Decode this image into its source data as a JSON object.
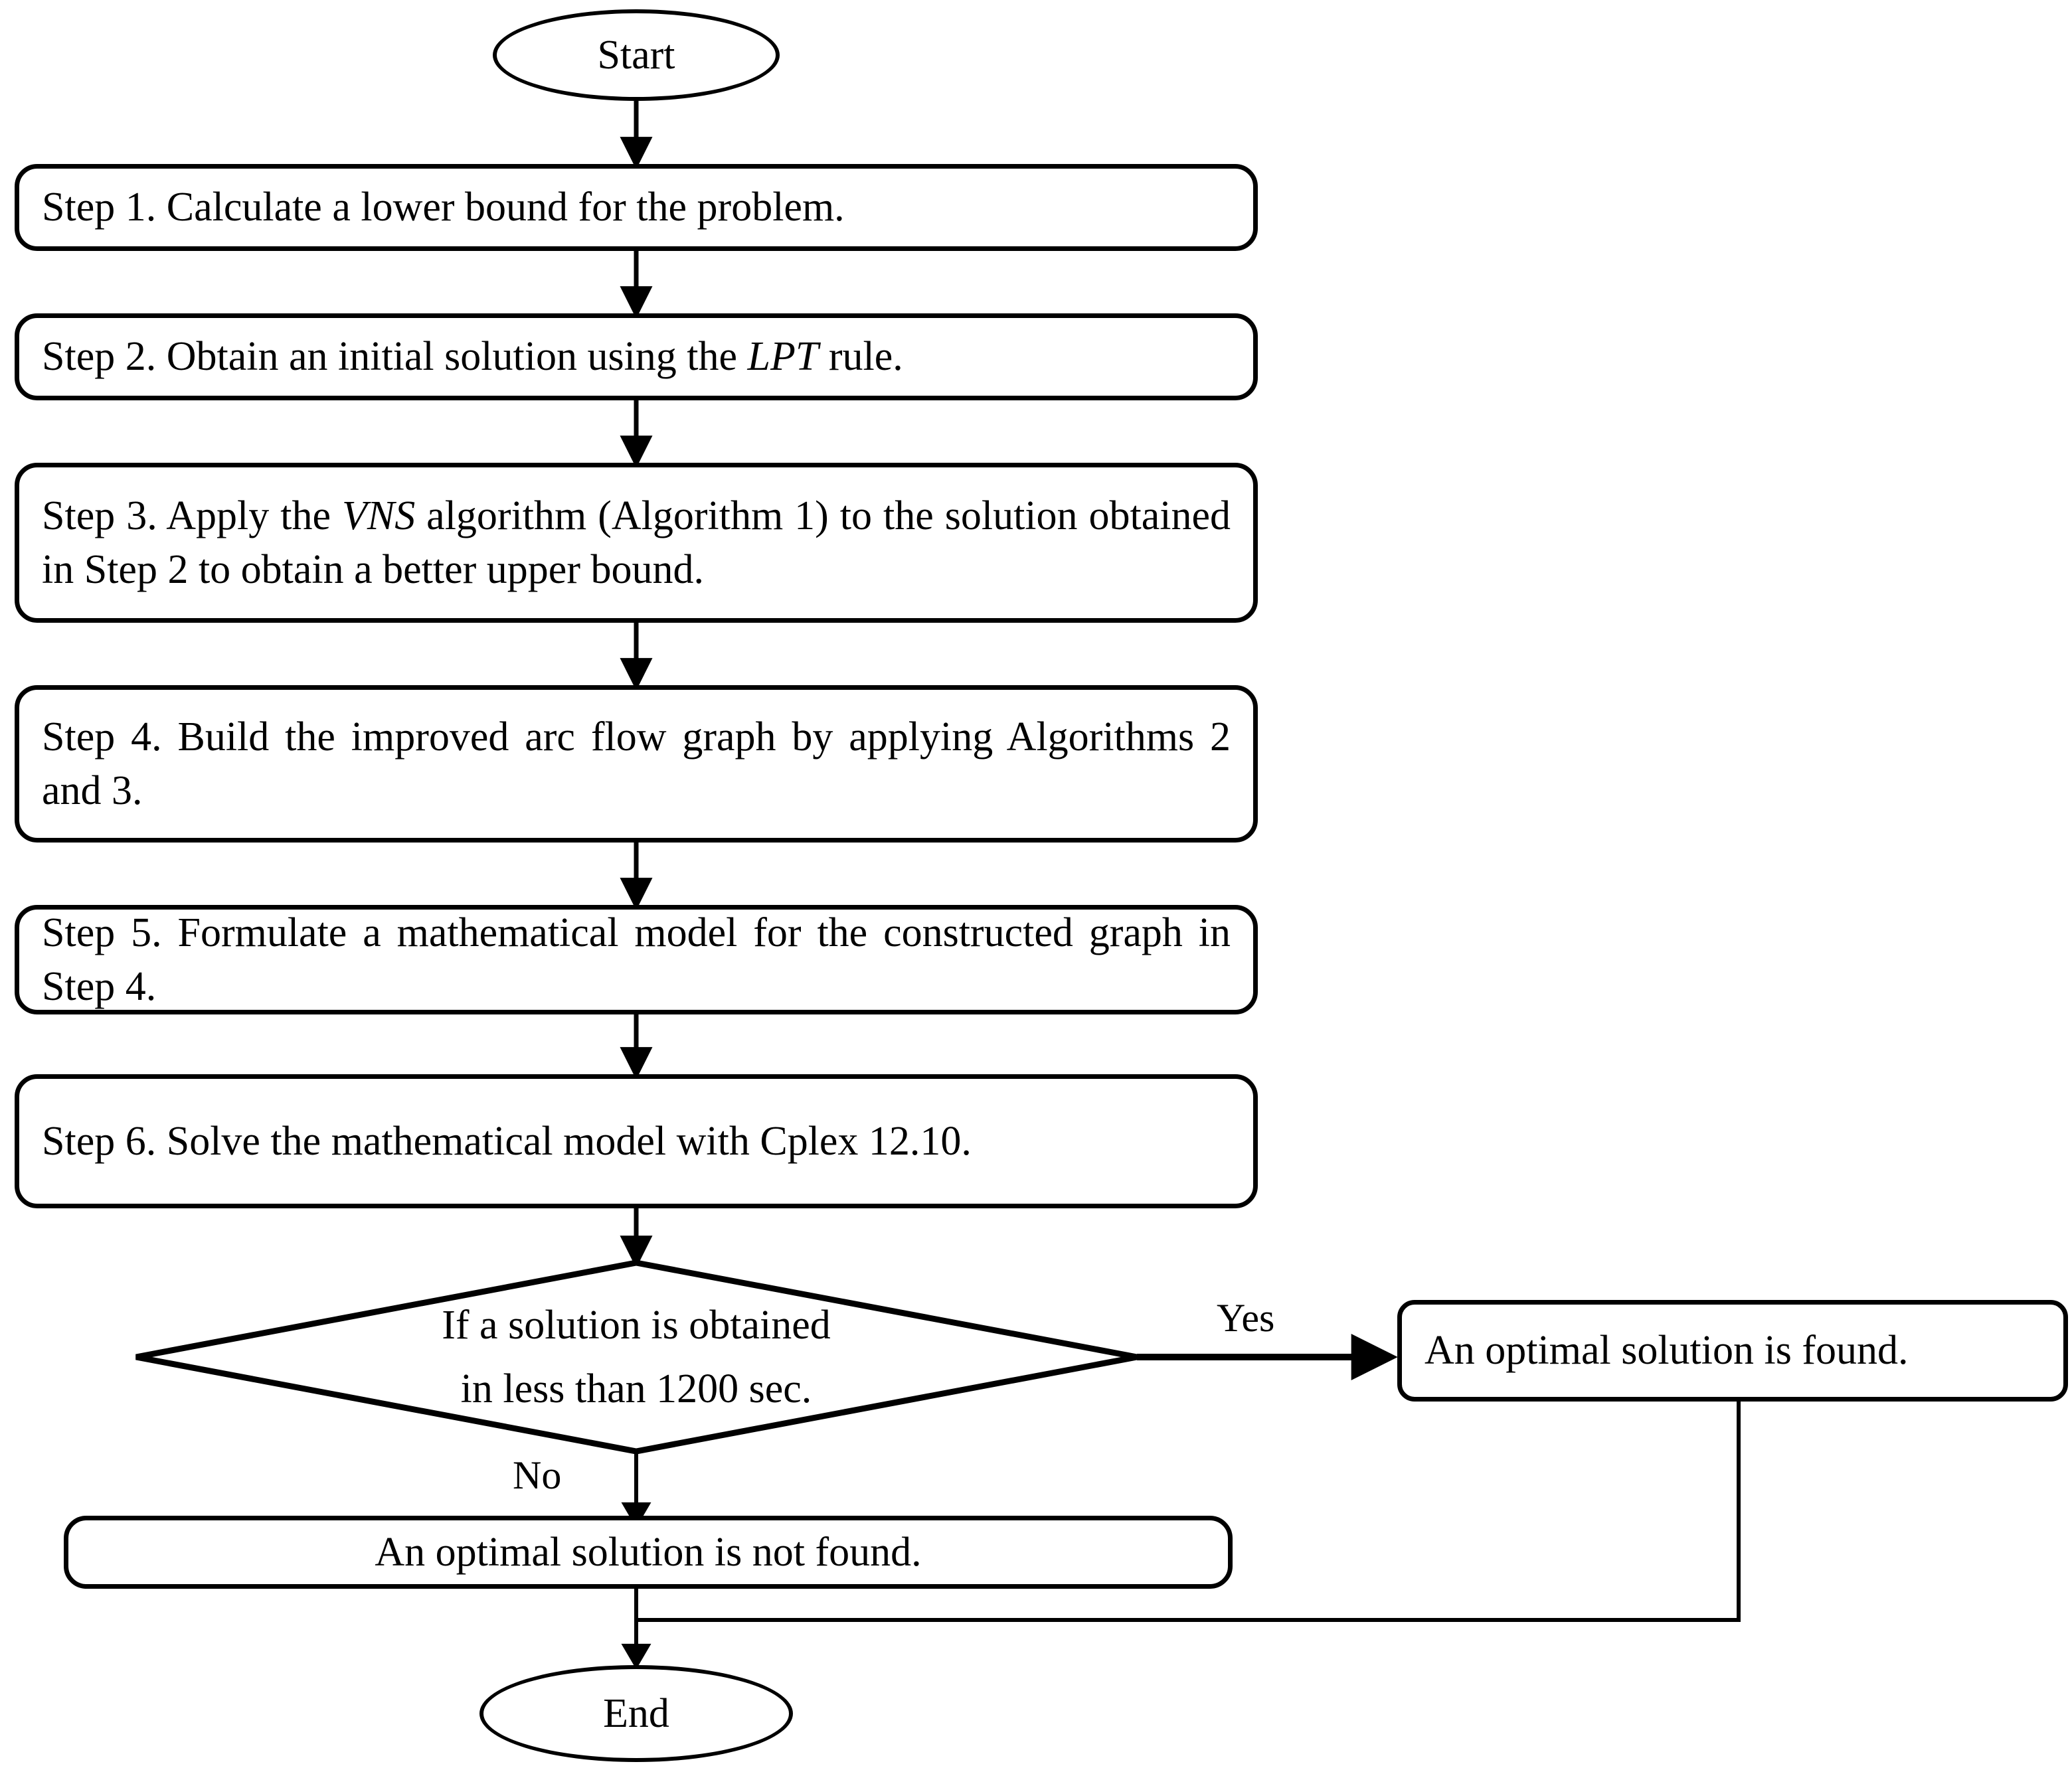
{
  "diagram": {
    "title": "Solution algorithm flowchart",
    "stroke_color": "#000000",
    "fill_color": "#ffffff"
  },
  "nodes": {
    "start": {
      "label": "Start",
      "shape": "ellipse"
    },
    "step1": {
      "label": "Step 1. Calculate a lower bound for the problem.",
      "shape": "rounded-rect"
    },
    "step2_a": {
      "label": "Step 2. Obtain an initial solution using the ",
      "shape": "rounded-rect"
    },
    "step2_em": {
      "label": "LPT"
    },
    "step2_b": {
      "label": " rule."
    },
    "step3_a": {
      "label": "Step 3. Apply the "
    },
    "step3_em": {
      "label": "VNS"
    },
    "step3_b": {
      "label": " algorithm (Algorithm 1) to the solution obtained in Step 2 to obtain a better upper bound."
    },
    "step4": {
      "label": "Step 4. Build the improved arc flow graph by applying Algorithms 2 and 3.",
      "shape": "rounded-rect"
    },
    "step5": {
      "label": "Step 5. Formulate a mathematical model for the constructed graph in Step 4.",
      "shape": "rounded-rect"
    },
    "step6": {
      "label": "Step 6. Solve the mathematical model with Cplex 12.10.",
      "shape": "rounded-rect"
    },
    "decision": {
      "line1": "If a solution is obtained",
      "line2": "in less than 1200 sec.",
      "shape": "diamond"
    },
    "optimal_found": {
      "label": "An optimal solution is found.",
      "shape": "rounded-rect"
    },
    "optimal_not_found": {
      "label": "An optimal solution is not found.",
      "shape": "rounded-rect"
    },
    "end": {
      "label": "End",
      "shape": "ellipse"
    }
  },
  "edges": {
    "yes_label": "Yes",
    "no_label": "No"
  }
}
